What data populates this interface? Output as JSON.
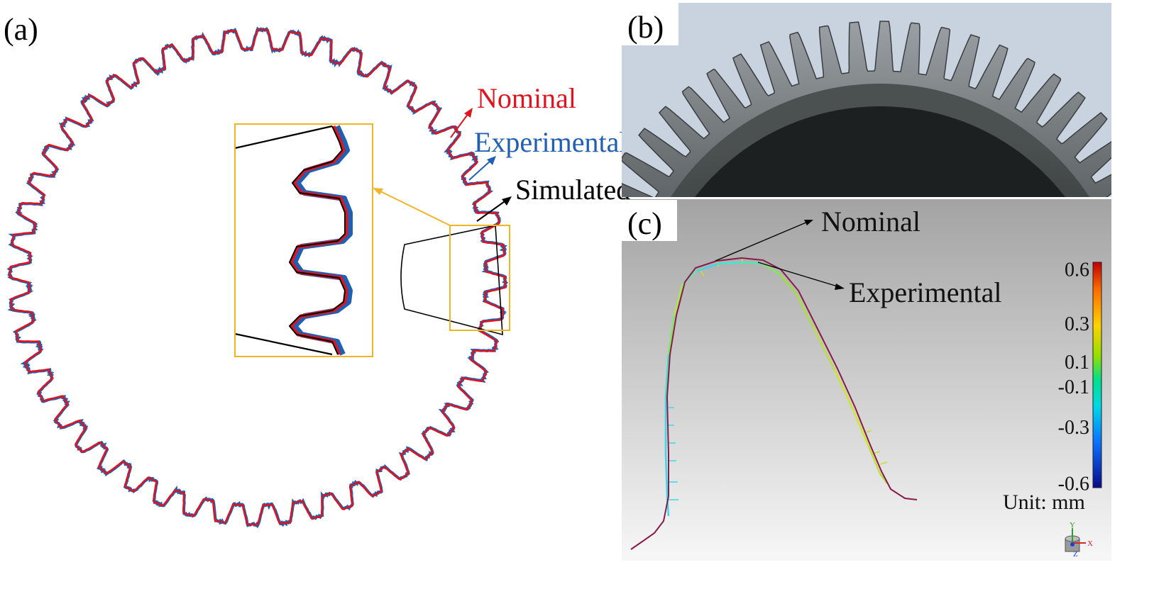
{
  "panels": {
    "a": {
      "label": "(a)",
      "legend": {
        "nominal": "Nominal",
        "experimental": "Experimental",
        "simulated": "Simulated"
      }
    },
    "b": {
      "label": "(b)"
    },
    "c": {
      "label": "(c)",
      "annotations": {
        "nominal": "Nominal",
        "experimental": "Experimental"
      },
      "colorbar": {
        "ticks": [
          "0.6",
          "0.3",
          "0.1",
          "-0.1",
          "-0.3",
          "-0.6"
        ],
        "unit": "Unit: mm",
        "range": [
          -0.6,
          0.6
        ]
      },
      "axis_triad": {
        "y": "Y",
        "x": "X",
        "z": "Z"
      }
    }
  },
  "colors": {
    "nominal": "#e0141e",
    "experimental": "#1f5fb4",
    "simulated": "#000000",
    "zoom_box": "#f2b325",
    "nominal_c": "#8a1a4a"
  }
}
